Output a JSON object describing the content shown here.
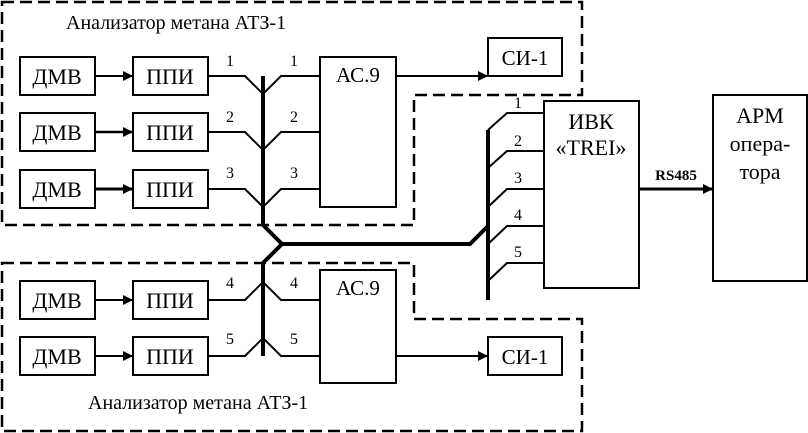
{
  "diagram": {
    "top_group": {
      "title": "Анализатор метана АТЗ-1",
      "sensors": [
        "ДМВ",
        "ДМВ",
        "ДМВ"
      ],
      "converters": [
        "ППИ",
        "ППИ",
        "ППИ"
      ],
      "left_channels": [
        "1",
        "2",
        "3"
      ],
      "right_channels": [
        "1",
        "2",
        "3"
      ],
      "controller": "АС.9",
      "indicator": "СИ-1"
    },
    "bottom_group": {
      "title": "Анализатор метана АТЗ-1",
      "sensors": [
        "ДМВ",
        "ДМВ"
      ],
      "converters": [
        "ППИ",
        "ППИ"
      ],
      "left_channels": [
        "4",
        "5"
      ],
      "right_channels": [
        "4",
        "5"
      ],
      "controller": "АС.9",
      "indicator": "СИ-1"
    },
    "ivk": {
      "line1": "ИВК",
      "line2": "«TREI»",
      "channels": [
        "1",
        "2",
        "3",
        "4",
        "5"
      ]
    },
    "link_label": "RS485",
    "arm": {
      "line1": "АРМ",
      "line2": "опера-",
      "line3": "тора"
    }
  }
}
